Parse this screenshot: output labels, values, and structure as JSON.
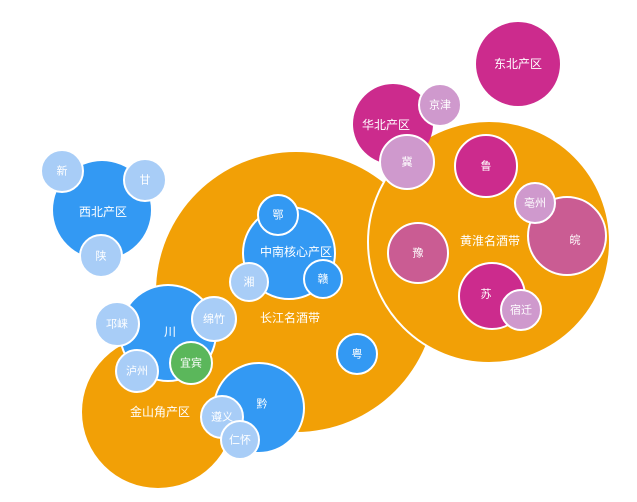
{
  "colors": {
    "orange": "#F2A006",
    "blue": "#3399F3",
    "light_blue": "#A8CDF7",
    "magenta": "#CC2B8D",
    "pink": "#CA5C93",
    "lilac": "#CF99CD",
    "green": "#5BB75B",
    "white_stroke": "#ffffff"
  },
  "regions": {
    "changjiang": "长江名酒带",
    "huanghuai": "黄淮名酒带",
    "jinshanjiao": "金山角产区",
    "zhongnan": "中南核心产区",
    "xibei": "西北产区",
    "huabei": "华北产区",
    "dongbei": "东北产区",
    "chuan": "川"
  },
  "provinces": {
    "xin": "新",
    "gan": "甘",
    "shaan": "陕",
    "jing": "京津",
    "ji": "冀",
    "lu": "鲁",
    "bozhou": "亳州",
    "wan": "皖",
    "yu": "豫",
    "su": "苏",
    "suqian": "宿迁",
    "e": "鄂",
    "xiang": "湘",
    "gan2": "赣",
    "yue": "粤",
    "qionglai": "邛崃",
    "xizhu": "绵竹",
    "luzhou": "泸州",
    "yibin": "宜宾",
    "qian": "黔",
    "zunyi": "遵义",
    "renhuai": "仁怀"
  }
}
